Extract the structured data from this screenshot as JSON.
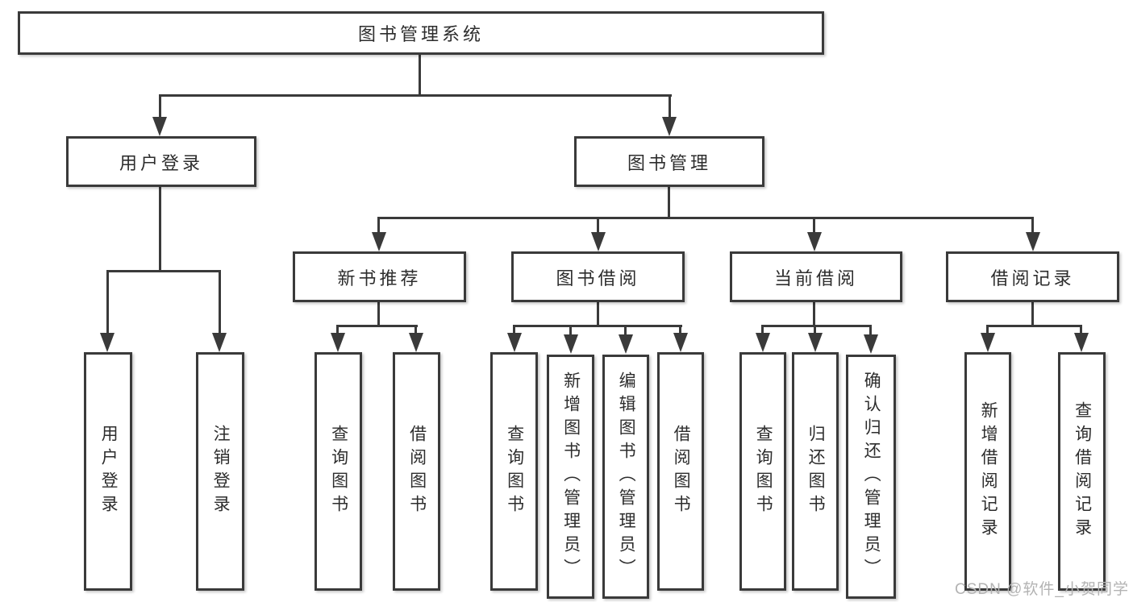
{
  "tree": {
    "root": {
      "label": "图书管理系统",
      "children": [
        {
          "label": "用户登录",
          "children": [
            {
              "label": "用户登录"
            },
            {
              "label": "注销登录"
            }
          ]
        },
        {
          "label": "图书管理",
          "children": [
            {
              "label": "新书推荐",
              "children": [
                {
                  "label": "查询图书"
                },
                {
                  "label": "借阅图书"
                }
              ]
            },
            {
              "label": "图书借阅",
              "children": [
                {
                  "label": "查询图书"
                },
                {
                  "label": "新增图书（管理员）"
                },
                {
                  "label": "编辑图书（管理员）"
                },
                {
                  "label": "借阅图书"
                }
              ]
            },
            {
              "label": "当前借阅",
              "children": [
                {
                  "label": "查询图书"
                },
                {
                  "label": "归还图书"
                },
                {
                  "label": "确认归还（管理员）"
                }
              ]
            },
            {
              "label": "借阅记录",
              "children": [
                {
                  "label": "新增借阅记录"
                },
                {
                  "label": "查询借阅记录"
                }
              ]
            }
          ]
        }
      ]
    }
  },
  "watermark": {
    "text": "CSDN @软件_小贺同学"
  },
  "colors": {
    "line": "#3a3a3a",
    "text": "#2d2d2d",
    "box_background": "#ffffff",
    "page_background": "#ffffff",
    "watermark": "#b3b3b3"
  }
}
